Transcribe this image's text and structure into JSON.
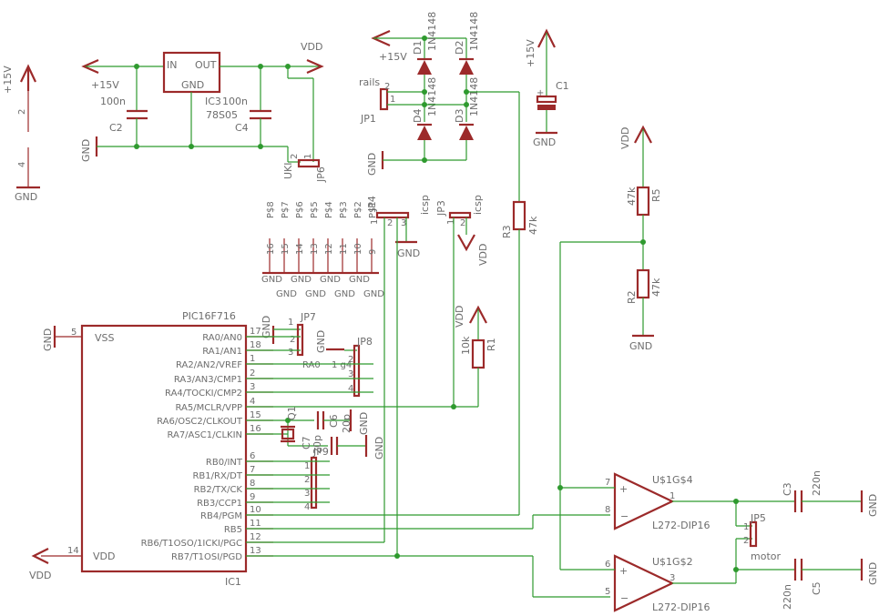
{
  "power": {
    "plus15v": "+15V",
    "vdd": "VDD",
    "gnd": "GND"
  },
  "regulator": {
    "name": "IC3",
    "value": "78S05",
    "pin_in": "IN",
    "pin_out": "OUT",
    "pin_gnd": "GND"
  },
  "capacitors": {
    "c1": "C1",
    "c2": "C2",
    "c2_value": "100n",
    "c3": "C3",
    "c3_value": "220n",
    "c4": "C4",
    "c4_value": "100n",
    "c5": "C5",
    "c5_value": "220n",
    "c6": "C6",
    "c6_value": "20p",
    "c7": "C7",
    "c7_value": "20p"
  },
  "diodes": {
    "d1": "D1",
    "d2": "D2",
    "d3": "D3",
    "d4": "D4",
    "part": "1N4148"
  },
  "resistors": {
    "r1": "R1",
    "r1_value": "10k",
    "r2": "R2",
    "r2_value": "47k",
    "r3": "R3",
    "r3_value": "47k",
    "r5": "R5",
    "r5_value": "47k"
  },
  "jumpers": {
    "jp1": "JP1",
    "rails": "rails",
    "jp3": "JP3",
    "jp4": "JP4",
    "icsp": "icsp",
    "jp5": "JP5",
    "motor": "motor",
    "jp6": "JP6",
    "jp6_label": "UKI",
    "jp7": "JP7",
    "jp8": "JP8",
    "jp9": "JP9",
    "ra0": "RA0",
    "ra1": "1 g4",
    "q1": "Q1"
  },
  "pad_labels": [
    "P$8",
    "P$7",
    "P$6",
    "P$5",
    "P$4",
    "P$3",
    "P$2",
    "P$1"
  ],
  "pad_numbers": [
    "16",
    "15",
    "14",
    "13",
    "12",
    "11",
    "10",
    "9"
  ],
  "pad_gnd": [
    "GND",
    "GND",
    "GND",
    "GND",
    "GND",
    "GND",
    "GND",
    "GND"
  ],
  "pic": {
    "part": "PIC16F716",
    "ref": "IC1",
    "vss": "VSS",
    "vdd": "VDD",
    "vss_pin": "5",
    "vdd_pin": "14",
    "right_pins": [
      {
        "name": "RA0/AN0",
        "num": "17"
      },
      {
        "name": "RA1/AN1",
        "num": "18"
      },
      {
        "name": "RA2/AN2/VREF",
        "num": "1"
      },
      {
        "name": "RA3/AN3/CMP1",
        "num": "2"
      },
      {
        "name": "RA4/TOCKI/CMP2",
        "num": "3"
      },
      {
        "name": "RA5/MCLR/VPP",
        "num": "4"
      },
      {
        "name": "RA6/OSC2/CLKOUT",
        "num": "15"
      },
      {
        "name": "RA7/ASC1/CLKIN",
        "num": "16"
      },
      {
        "name": "RB0/INT",
        "num": "6"
      },
      {
        "name": "RB1/RX/DT",
        "num": "7"
      },
      {
        "name": "RB2/TX/CK",
        "num": "8"
      },
      {
        "name": "RB3/CCP1",
        "num": "9"
      },
      {
        "name": "RB4/PGM",
        "num": "10"
      },
      {
        "name": "RB5",
        "num": "11"
      },
      {
        "name": "RB6/T1OSO/1ICKI/PGC",
        "num": "12"
      },
      {
        "name": "RB7/T1OSI/PGD",
        "num": "13"
      }
    ]
  },
  "opamps": {
    "u4": "U$1G$4",
    "u2": "U$1G$2",
    "part": "L272-DIP16",
    "u4_pins": {
      "plus": "7",
      "minus": "8",
      "out": "1"
    },
    "u2_pins": {
      "plus": "6",
      "minus": "5",
      "out": "3"
    }
  },
  "pin_numbers": {
    "one": "1",
    "two": "2",
    "three": "3",
    "four": "4"
  }
}
